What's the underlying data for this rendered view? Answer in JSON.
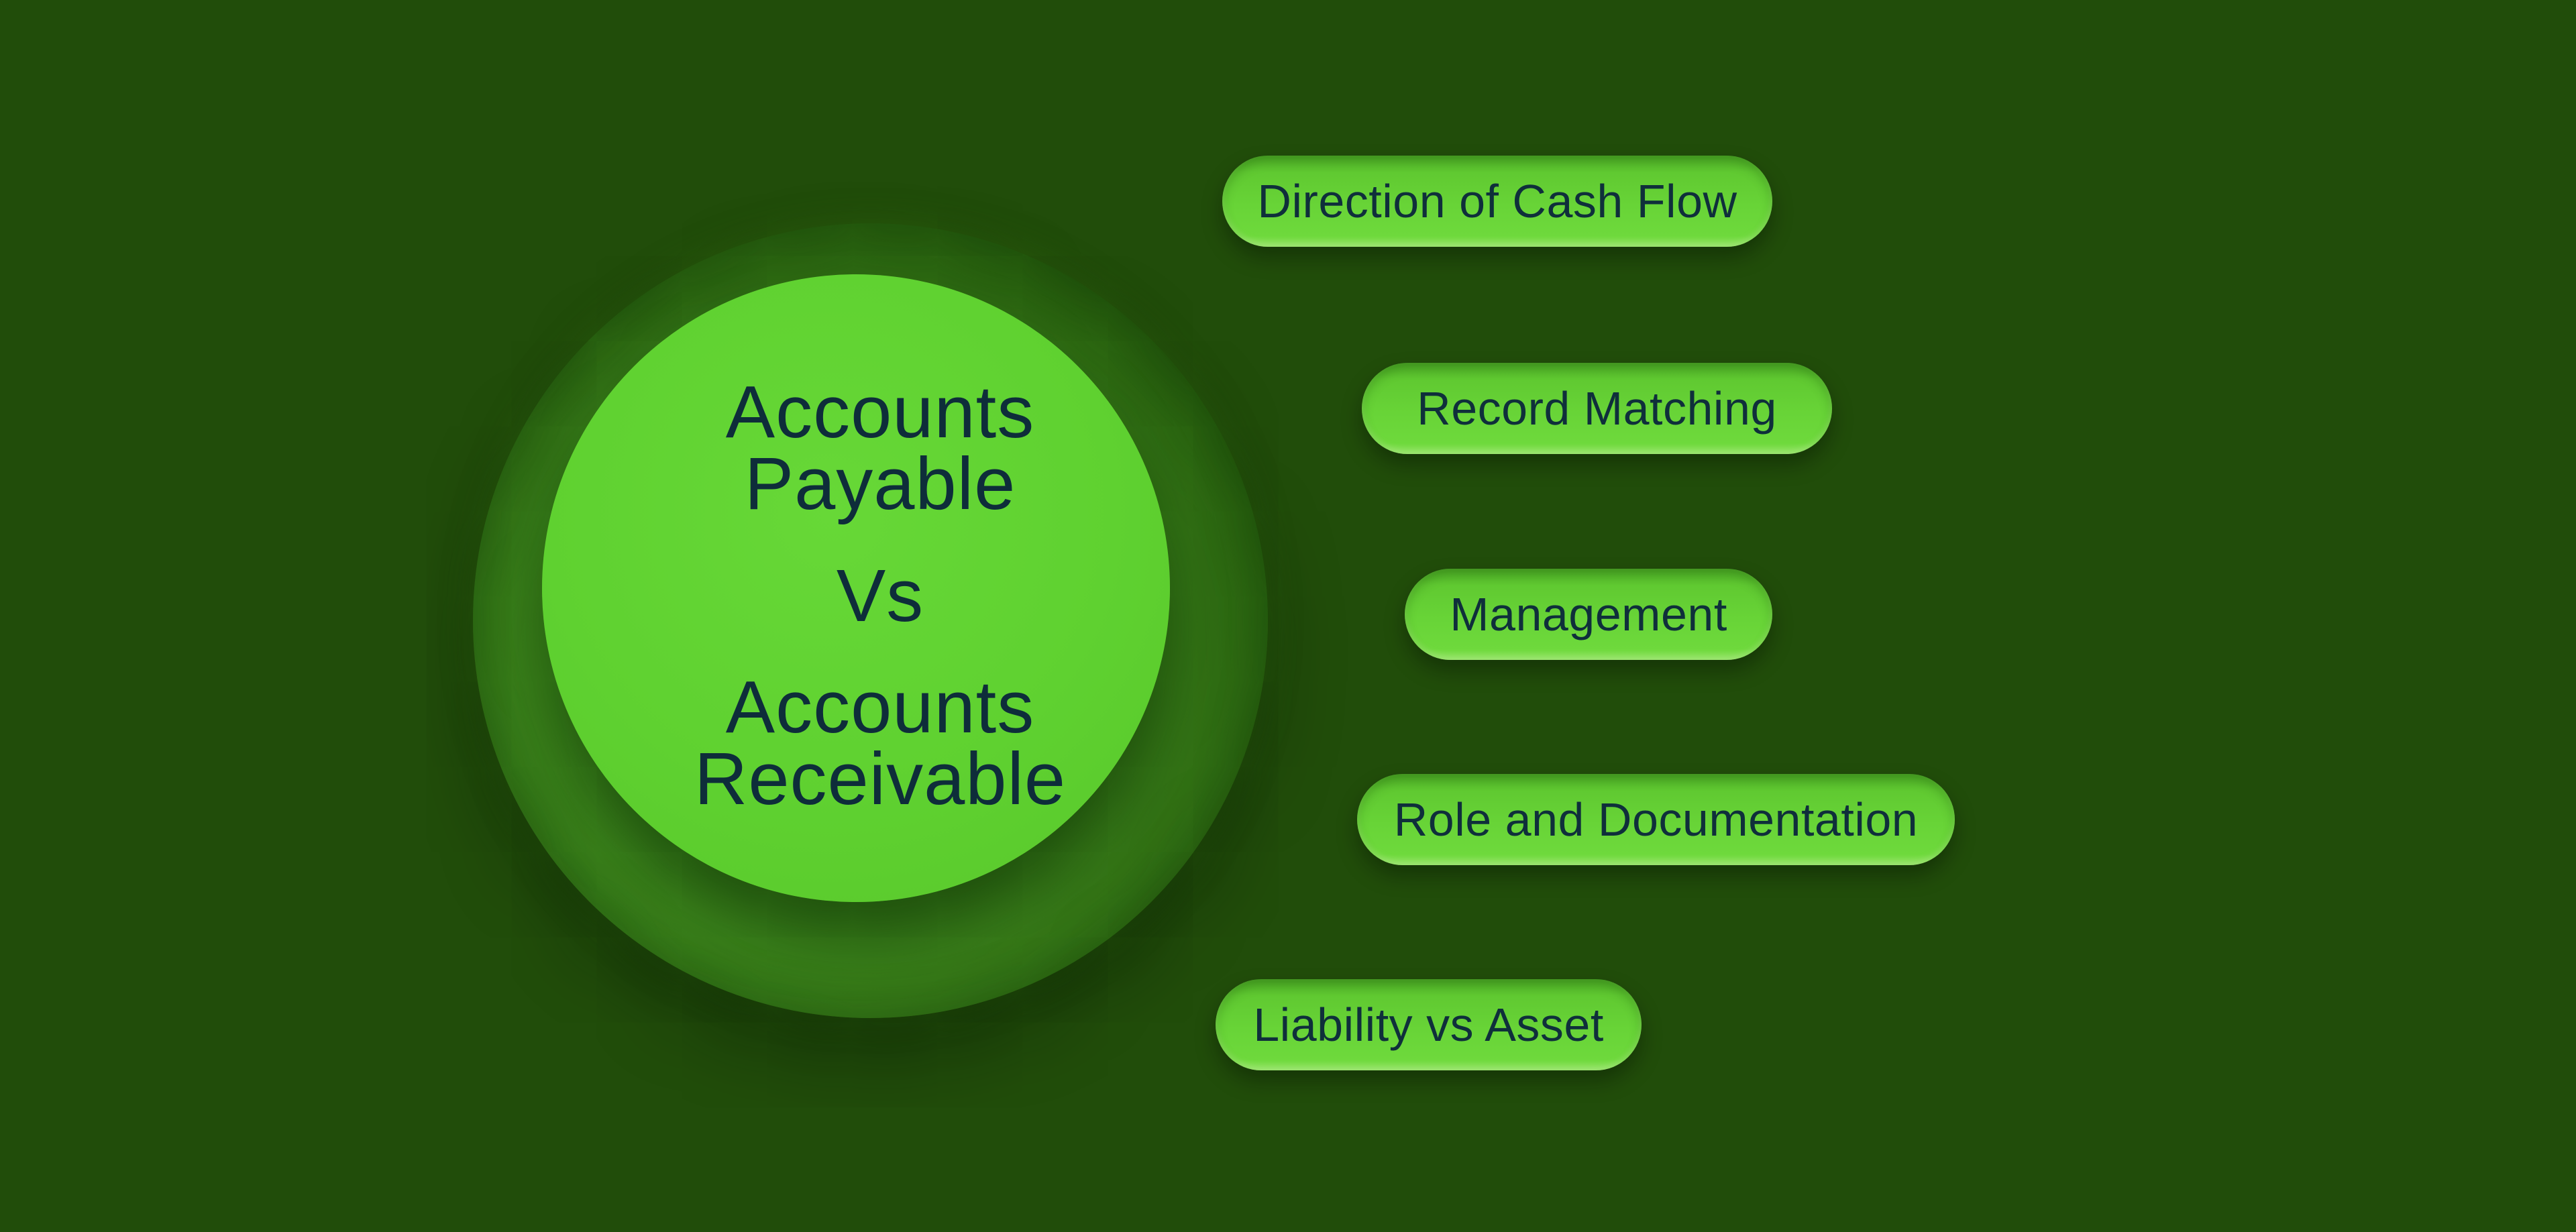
{
  "page": {
    "background_color": "#214d0a",
    "bright_green": "#5fd130",
    "ring_green": "#37781a",
    "pill_green": "#68d437",
    "text_color": "#0e2d3a"
  },
  "center_circle": {
    "line1": "Accounts Payable",
    "divider": "Vs",
    "line2": "Accounts Receivable"
  },
  "topics": [
    {
      "label": "Direction of Cash Flow"
    },
    {
      "label": "Record Matching"
    },
    {
      "label": "Management"
    },
    {
      "label": "Role and Documentation"
    },
    {
      "label": "Liability vs Asset"
    }
  ]
}
